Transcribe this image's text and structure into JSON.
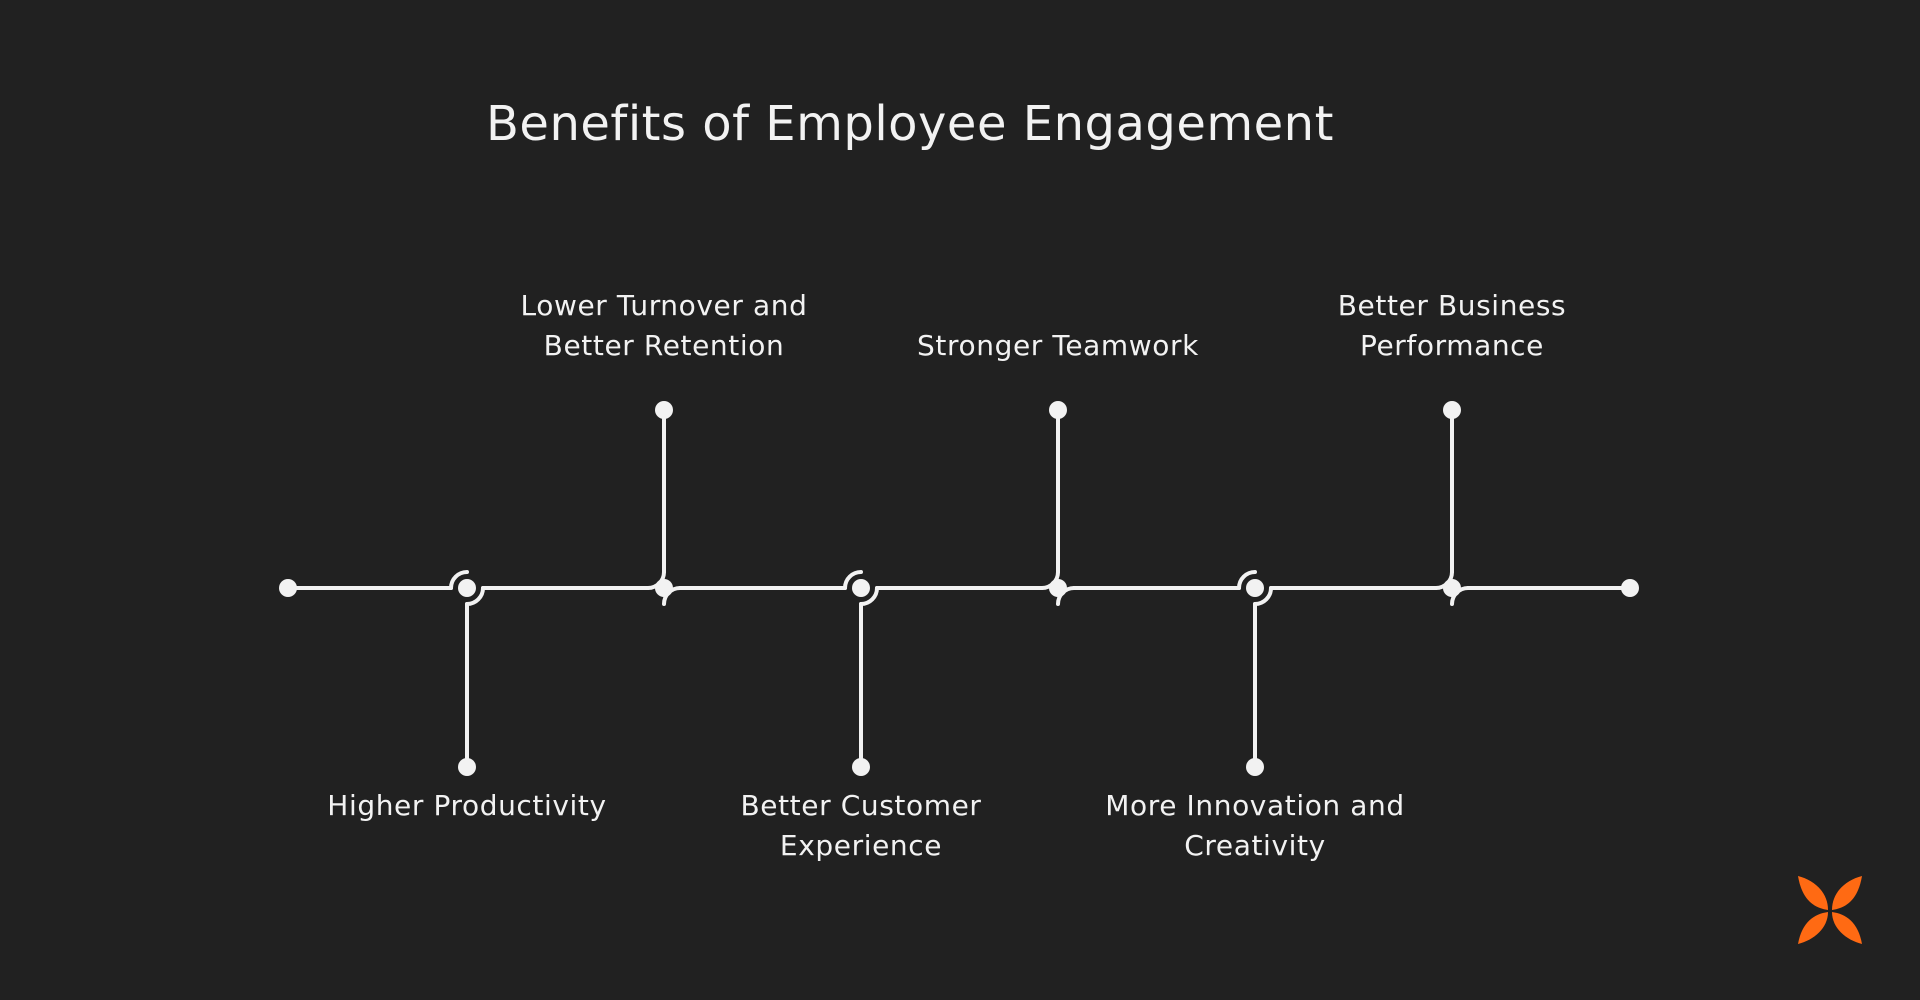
{
  "title": "Benefits of Employee Engagement",
  "colors": {
    "background": "#212121",
    "line": "#f2f2f2",
    "text": "#f2f2f2",
    "logo": "#ff6a13"
  },
  "milestones": [
    {
      "position": "bottom",
      "lines": [
        "Higher Productivity"
      ]
    },
    {
      "position": "top",
      "lines": [
        "Lower Turnover and",
        "Better Retention"
      ]
    },
    {
      "position": "bottom",
      "lines": [
        "Better Customer",
        "Experience"
      ]
    },
    {
      "position": "top",
      "lines": [
        "Stronger Teamwork"
      ]
    },
    {
      "position": "bottom",
      "lines": [
        "More Innovation and",
        "Creativity"
      ]
    },
    {
      "position": "top",
      "lines": [
        "Better Business",
        "Performance"
      ]
    }
  ],
  "logo": {
    "icon": "butterfly-logo-icon"
  }
}
